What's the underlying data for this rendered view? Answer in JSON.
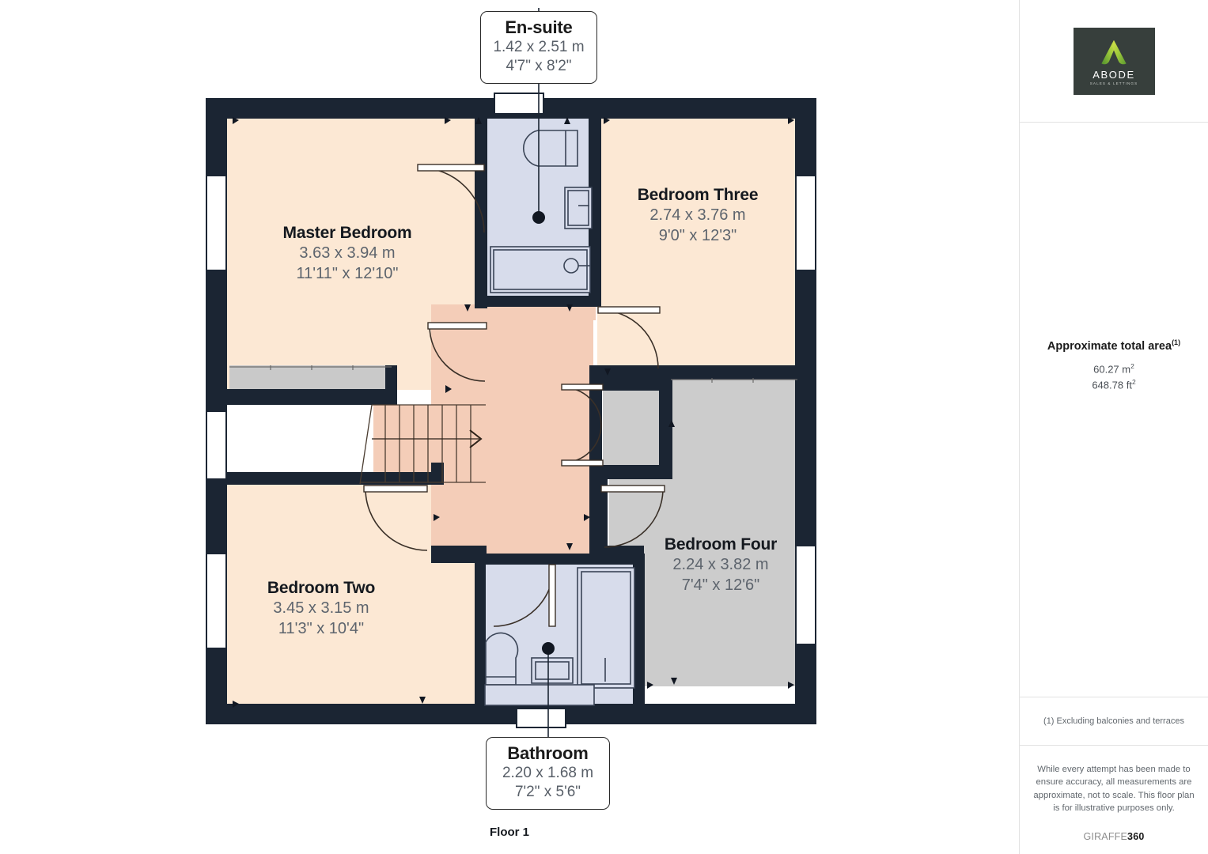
{
  "floor_caption": "Floor 1",
  "colors": {
    "wall": "#1b2533",
    "bedroom_fill": "#fce8d4",
    "hall_fill": "#f4cdb8",
    "wet_fill": "#d7dceb",
    "gray_fill": "#cccccc",
    "logo_bg": "#373f3c",
    "logo_green": "#8cbf3f",
    "label_title": "#15191f",
    "label_dim": "#5d646d"
  },
  "rooms": [
    {
      "key": "ensuite",
      "name": "En-suite",
      "dim_m": "1.42 x 2.51 m",
      "dim_ft": "4'7\" x 8'2\"",
      "style": "callout"
    },
    {
      "key": "master_bedroom",
      "name": "Master Bedroom",
      "dim_m": "3.63 x 3.94 m",
      "dim_ft": "11'11\" x 12'10\"",
      "style": "inline"
    },
    {
      "key": "bedroom_three",
      "name": "Bedroom Three",
      "dim_m": "2.74 x 3.76 m",
      "dim_ft": "9'0\" x 12'3\"",
      "style": "inline"
    },
    {
      "key": "bedroom_two",
      "name": "Bedroom Two",
      "dim_m": "3.45 x 3.15 m",
      "dim_ft": "11'3\" x 10'4\"",
      "style": "inline"
    },
    {
      "key": "bedroom_four",
      "name": "Bedroom Four",
      "dim_m": "2.24 x 3.82 m",
      "dim_ft": "7'4\" x 12'6\"",
      "style": "inline"
    },
    {
      "key": "bathroom",
      "name": "Bathroom",
      "dim_m": "2.20 x 1.68 m",
      "dim_ft": "7'2\" x 5'6\"",
      "style": "callout"
    }
  ],
  "sidebar": {
    "logo": {
      "name": "ABODE",
      "tagline": "SALES & LETTINGS"
    },
    "area": {
      "title": "Approximate total area",
      "title_sup": "(1)",
      "metric_value": "60.27",
      "metric_unit": "m",
      "metric_unit_sup": "2",
      "imperial_value": "648.78",
      "imperial_unit": "ft",
      "imperial_unit_sup": "2"
    },
    "footnote": "(1) Excluding balconies and terraces",
    "disclaimer": "While every attempt has been made to ensure accuracy, all measurements are approximate, not to scale. This floor plan is for illustrative purposes only.",
    "brand_light": "GIRAFFE",
    "brand_bold": "360"
  }
}
